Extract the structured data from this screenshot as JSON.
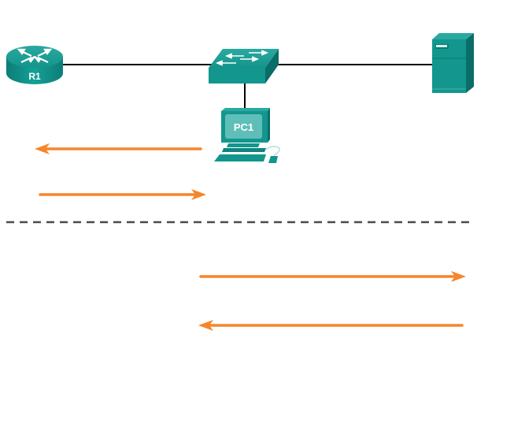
{
  "diagram": {
    "colors": {
      "device_teal": "#12948c",
      "device_teal_dark": "#0a6b66",
      "device_teal_light": "#3fb8ae",
      "link": "#000000",
      "arrow": "#f5862b",
      "divider": "#4a4a4a"
    },
    "devices": [
      {
        "id": "r1",
        "type": "router",
        "label": "R1"
      },
      {
        "id": "sw",
        "type": "switch",
        "label": ""
      },
      {
        "id": "srv",
        "type": "server",
        "label": ""
      },
      {
        "id": "pc1",
        "type": "pc",
        "label": "PC1"
      }
    ],
    "links": [
      {
        "from": "r1",
        "to": "sw"
      },
      {
        "from": "sw",
        "to": "srv"
      },
      {
        "from": "sw",
        "to": "pc1"
      }
    ],
    "arrows": [
      {
        "section": "upper",
        "direction": "left",
        "description": "PC1 toward R1"
      },
      {
        "section": "upper",
        "direction": "right",
        "description": "R1 toward PC1"
      },
      {
        "section": "lower",
        "direction": "right",
        "description": "PC1 toward server"
      },
      {
        "section": "lower",
        "direction": "left",
        "description": "server toward PC1"
      }
    ],
    "divider": {
      "style": "dashed"
    }
  }
}
